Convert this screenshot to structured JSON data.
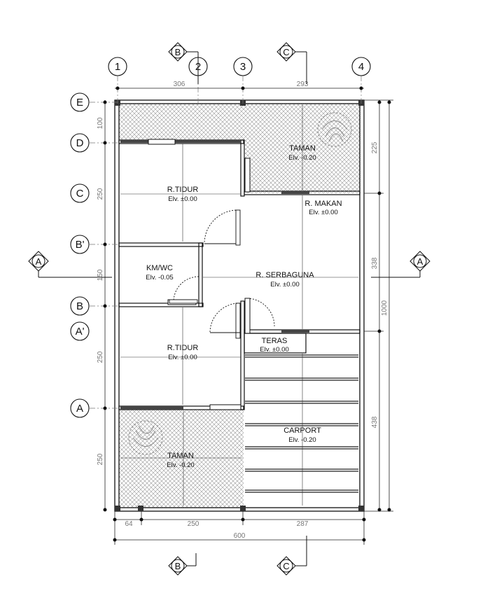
{
  "grid": {
    "columns": [
      "1",
      "2",
      "3",
      "4"
    ],
    "rows": [
      "E",
      "D",
      "C",
      "B'",
      "B",
      "A'",
      "A"
    ]
  },
  "sections": {
    "top_left": "B",
    "top_right": "C",
    "bottom_left": "B",
    "bottom_right": "C",
    "side_left": "A",
    "side_right": "A"
  },
  "rooms": {
    "taman_top": {
      "name": "TAMAN",
      "elv": "Elv. -0.20"
    },
    "tidur_top": {
      "name": "R.TIDUR",
      "elv": "Elv. ±0.00"
    },
    "makan": {
      "name": "R. MAKAN",
      "elv": "Elv. ±0.00"
    },
    "kmwc": {
      "name": "KM/WC",
      "elv": "Elv. -0.05"
    },
    "serbaguna": {
      "name": "R. SERBAGUNA",
      "elv": "Elv. ±0.00"
    },
    "teras": {
      "name": "TERAS",
      "elv": "Elv. ±0.00"
    },
    "tidur_bottom": {
      "name": "R.TIDUR",
      "elv": "Elv. ±0.00"
    },
    "carport": {
      "name": "CARPORT",
      "elv": "Elv. -0.20"
    },
    "taman_bottom": {
      "name": "TAMAN",
      "elv": "Elv. -0.20"
    }
  },
  "dimensions": {
    "top": [
      "306",
      "293"
    ],
    "bottom_parts": [
      "64",
      "250",
      "287"
    ],
    "bottom_total": "600",
    "left": [
      "100",
      "250",
      "150",
      "250",
      "250"
    ],
    "right": [
      "225",
      "338",
      "438"
    ],
    "right_total": "1000"
  }
}
